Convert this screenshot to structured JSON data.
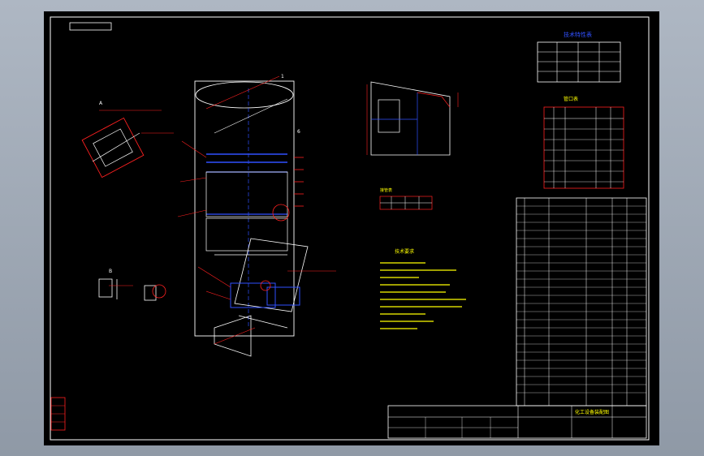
{
  "viewer": {
    "background_color": "#9aa4b1",
    "sheet_color": "#000000",
    "line_colors": {
      "frame": "#ffffff",
      "annotation": "#ff2020",
      "centerline": "#3050ff",
      "text": "#ffff00"
    }
  },
  "drawing": {
    "main_view_labels": {
      "dim_a": "1",
      "dim_b": "6"
    },
    "detail_labels": {
      "detail_a": "A",
      "detail_b": "B"
    },
    "tech_params_title": "技术特性表",
    "nozzle_table_title": "管口表",
    "notes_title": "技术要求",
    "small_table_title": "接管表",
    "title_block_main": "化工设备装配图"
  }
}
